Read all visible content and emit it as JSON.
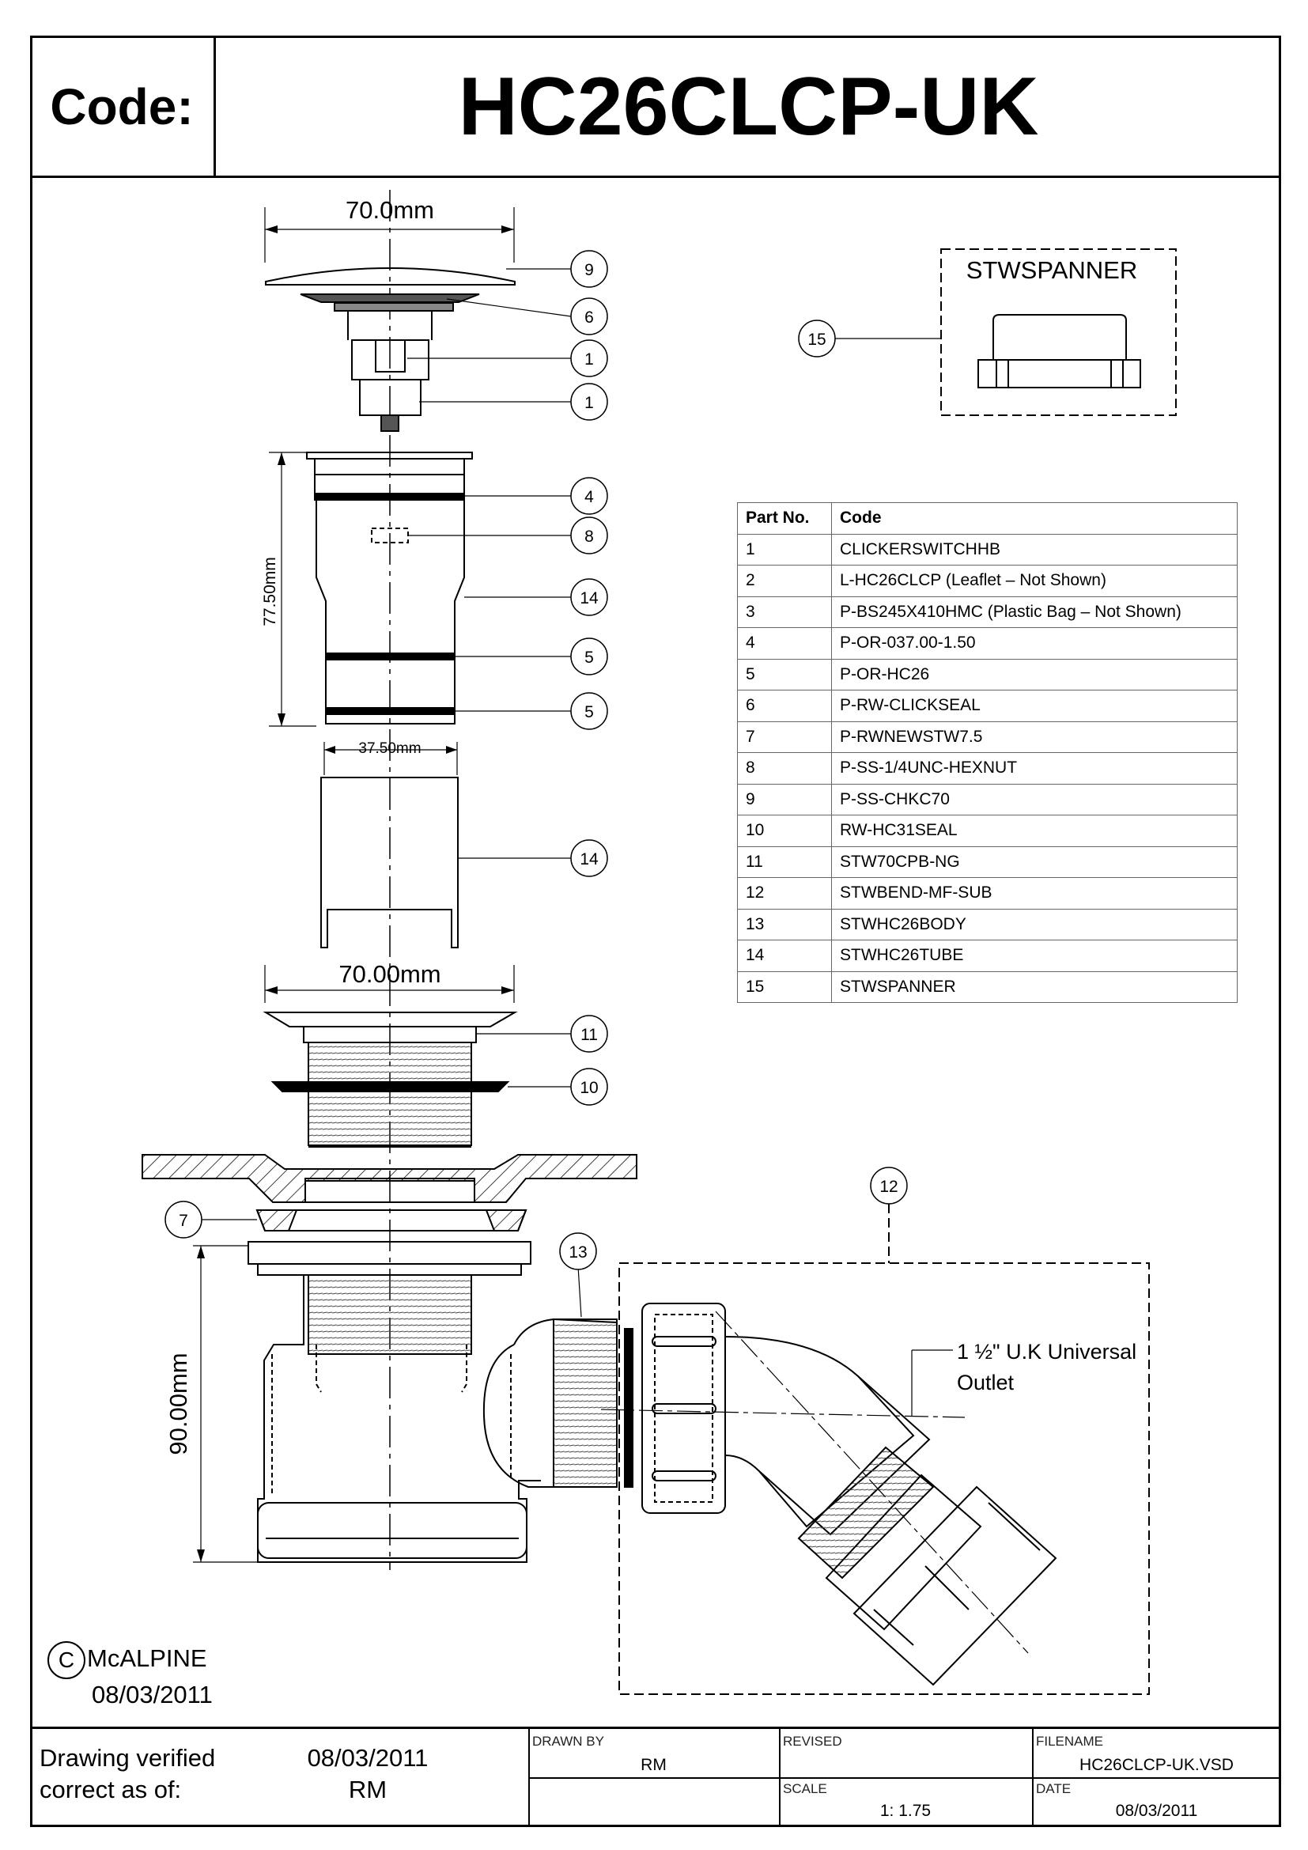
{
  "header": {
    "code_label": "Code:",
    "code_value": "HC26CLCP-UK"
  },
  "dimensions": {
    "cap_width": "70.0mm",
    "body_height": "77.50mm",
    "tube_width": "37.50mm",
    "flange_width": "70.00mm",
    "waste_height": "90.00mm"
  },
  "spanner_label": "STWSPANNER",
  "outlet_label_line1": "1 ½\" U.K Universal",
  "outlet_label_line2": "Outlet",
  "balloons": {
    "b9": "9",
    "b6": "6",
    "b1a": "1",
    "b1b": "1",
    "b4": "4",
    "b8": "8",
    "b14a": "14",
    "b5a": "5",
    "b5b": "5",
    "b14b": "14",
    "b11": "11",
    "b10": "10",
    "b7": "7",
    "b13": "13",
    "b12": "12",
    "b15": "15"
  },
  "parts_table": {
    "header_part": "Part No.",
    "header_code": "Code",
    "rows": [
      {
        "no": "1",
        "code": "CLICKERSWITCHHB"
      },
      {
        "no": "2",
        "code": "L-HC26CLCP (Leaflet – Not Shown)"
      },
      {
        "no": "3",
        "code": "P-BS245X410HMC (Plastic Bag – Not Shown)"
      },
      {
        "no": "4",
        "code": "P-OR-037.00-1.50"
      },
      {
        "no": "5",
        "code": "P-OR-HC26"
      },
      {
        "no": "6",
        "code": "P-RW-CLICKSEAL"
      },
      {
        "no": "7",
        "code": "P-RWNEWSTW7.5"
      },
      {
        "no": "8",
        "code": "P-SS-1/4UNC-HEXNUT"
      },
      {
        "no": "9",
        "code": "P-SS-CHKC70"
      },
      {
        "no": "10",
        "code": "RW-HC31SEAL"
      },
      {
        "no": "11",
        "code": "STW70CPB-NG"
      },
      {
        "no": "12",
        "code": "STWBEND-MF-SUB"
      },
      {
        "no": "13",
        "code": "STWHC26BODY"
      },
      {
        "no": "14",
        "code": "STWHC26TUBE"
      },
      {
        "no": "15",
        "code": "STWSPANNER"
      }
    ]
  },
  "copyright": {
    "symbol": "C",
    "company": "McALPINE",
    "date": "08/03/2011"
  },
  "title_block": {
    "verified_line1": "Drawing verified",
    "verified_line2": "correct as of:",
    "verified_date": "08/03/2011",
    "verified_by": "RM",
    "drawn_by_label": "DRAWN BY",
    "drawn_by": "RM",
    "revised_label": "REVISED",
    "revised": "",
    "filename_label": "FILENAME",
    "filename": "HC26CLCP-UK.VSD",
    "scale_label": "SCALE",
    "scale": "1: 1.75",
    "date_label": "DATE",
    "date": "08/03/2011"
  }
}
